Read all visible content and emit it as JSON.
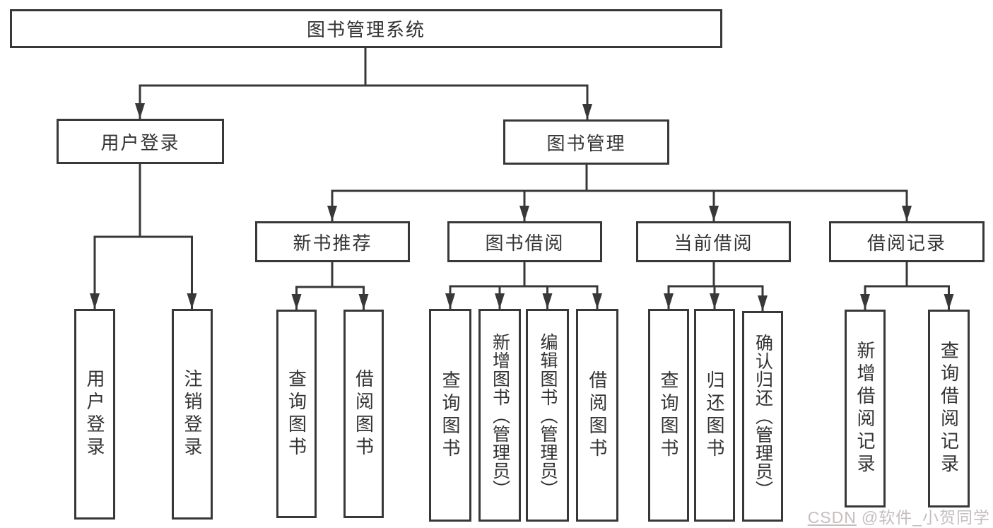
{
  "diagram": {
    "root": {
      "label": "图书管理系统"
    },
    "branches": [
      {
        "label": "用户登录",
        "children": [
          "用户登录",
          "注销登录"
        ]
      },
      {
        "label": "图书管理",
        "children": [
          {
            "label": "新书推荐",
            "children": [
              "查询图书",
              "借阅图书"
            ]
          },
          {
            "label": "图书借阅",
            "children": [
              "查询图书",
              "新增图书（管理员）",
              "编辑图书（管理员）",
              "借阅图书"
            ]
          },
          {
            "label": "当前借阅",
            "children": [
              "查询图书",
              "归还图书",
              "确认归还（管理员）"
            ]
          },
          {
            "label": "借阅记录",
            "children": [
              "新增借阅记录",
              "查询借阅记录"
            ]
          }
        ]
      }
    ],
    "watermark": {
      "brand": "CSDN",
      "handle": "@软件_小贺同学"
    },
    "colors": {
      "line": "#383838",
      "text": "#333333",
      "box_background": "#ffffff",
      "page_background": "#ffffff",
      "watermark": "#c6bebe"
    }
  }
}
